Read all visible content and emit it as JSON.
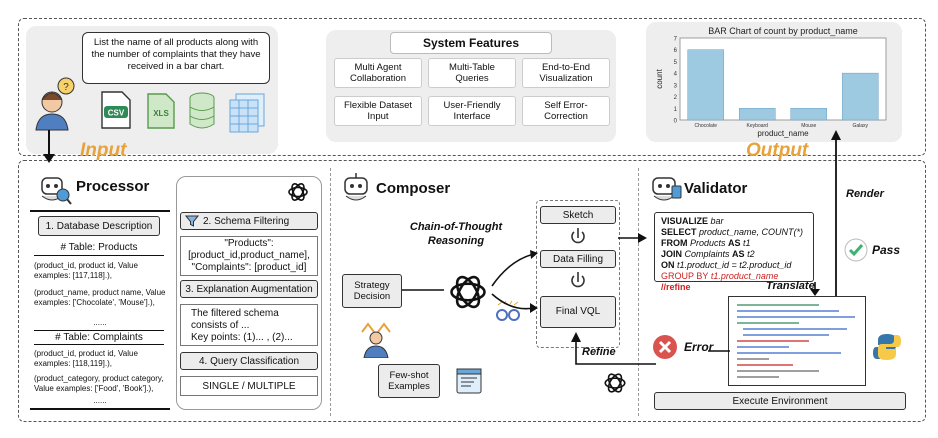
{
  "top": {
    "user_query": "List the name of all products along with the number of complaints that they have received in a bar chart.",
    "input_label": "Input",
    "output_label": "Output",
    "file_icons": [
      "CSV",
      "XLS"
    ]
  },
  "features": {
    "title": "System Features",
    "items": [
      "Multi Agent Collaboration",
      "Multi-Table Queries",
      "End-to-End Visualization",
      "Flexible Dataset Input",
      "User-Friendly Interface",
      "Self Error-Correction"
    ]
  },
  "chart_data": {
    "type": "bar",
    "title": "BAR Chart of count by product_name",
    "xlabel": "product_name",
    "ylabel": "count",
    "categories": [
      "Chocolate",
      "Keyboard",
      "Mouse",
      "Galaxy"
    ],
    "values": [
      6,
      1,
      1,
      4
    ],
    "ylim": [
      0,
      7
    ],
    "yticks": [
      0,
      1,
      2,
      3,
      4,
      5,
      6,
      7
    ],
    "bar_color": "#9ecae1"
  },
  "processor": {
    "title": "Processor",
    "db_description": "1. Database Description",
    "table_products": "# Table: Products",
    "products_col1": "(product_id, product id, Value examples: [117,118].),",
    "products_col2": "(product_name, product name, Value examples: ['Chocolate', 'Mouse'].),",
    "ellipsis": "......",
    "table_complaints": "# Table: Complaints",
    "complaints_col1": "(product_id, product id, Value examples: [118,119].),",
    "complaints_col2": "(product_category, product category, Value examples: ['Food', 'Book'].),",
    "schema_filtering": "2. Schema Filtering",
    "schema_result": "\"Products\": [product_id,product_name], \"Complaints\": [product_id]",
    "explanation": "3.  Explanation Augmentation",
    "explanation_text": "The filtered schema consists of ...",
    "key_points": "Key points: (1)... , (2)...",
    "query_classification": "4. Query Classification",
    "classification_result": "SINGLE / MULTIPLE"
  },
  "composer": {
    "title": "Composer",
    "cot": "Chain-of-Thought Reasoning",
    "strategy": "Strategy Decision",
    "few_shot": "Few-shot Examples",
    "sketch": "Sketch",
    "data_filling": "Data Filling",
    "final_vql": "Final VQL"
  },
  "validator": {
    "title": "Validator",
    "vql_lines": [
      {
        "kw": "VISUALIZE",
        "rest": " bar"
      },
      {
        "kw": "SELECT",
        "rest": " product_name, COUNT(*)"
      },
      {
        "kw": "FROM",
        "rest": " Products ",
        "kw2": "AS",
        "rest2": " t1"
      },
      {
        "kw": "JOIN",
        "rest": " Complaints ",
        "kw2": "AS",
        "rest2": " t2"
      },
      {
        "kw": "ON",
        "rest": " t1.product_id = t2.product_id"
      }
    ],
    "vql_group": "GROUP BY",
    "vql_group_rest": " t1.product_name",
    "vql_refine": " //refine",
    "pass": "Pass",
    "error": "Error",
    "translate": "Translate",
    "render": "Render",
    "refine": "Refine",
    "execute": "Execute Environment"
  },
  "colors": {
    "accent_orange": "#e8a23c",
    "pass_green": "#3cb371",
    "error_red": "#d9534f",
    "refine_red": "#cc2222"
  }
}
